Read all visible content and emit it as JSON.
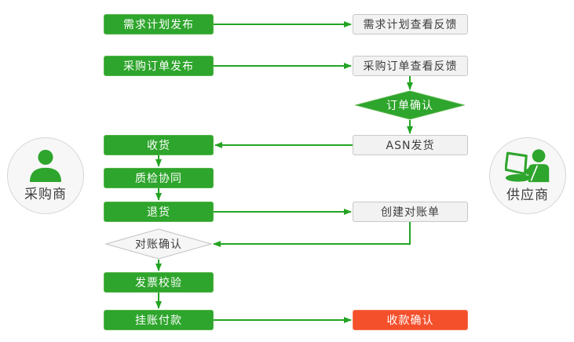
{
  "flowchart": {
    "actors": {
      "buyer": {
        "label": "采购商",
        "icon": "person-icon"
      },
      "supplier": {
        "label": "供应商",
        "icon": "person-laptop-icon"
      }
    },
    "nodes": {
      "demand_plan_publish": "需求计划发布",
      "demand_plan_feedback": "需求计划查看反馈",
      "purchase_order_publish": "采购订单发布",
      "purchase_order_feedback": "采购订单查看反馈",
      "order_confirm": "订单确认",
      "receiving": "收货",
      "asn_shipping": "ASN发货",
      "quality_inspection": "质检协同",
      "returns": "退货",
      "create_statement": "创建对账单",
      "statement_confirm": "对账确认",
      "invoice_verification": "发票校验",
      "booked_payment": "挂账付款",
      "payment_confirm": "收款确认"
    },
    "colors": {
      "green": "#2EA52C",
      "green_line": "#23A423",
      "red": "#F4502C",
      "gray_fill": "#F2F2F2",
      "gray_border": "#C8C8C8",
      "dark_text": "#3C3C3C"
    }
  }
}
